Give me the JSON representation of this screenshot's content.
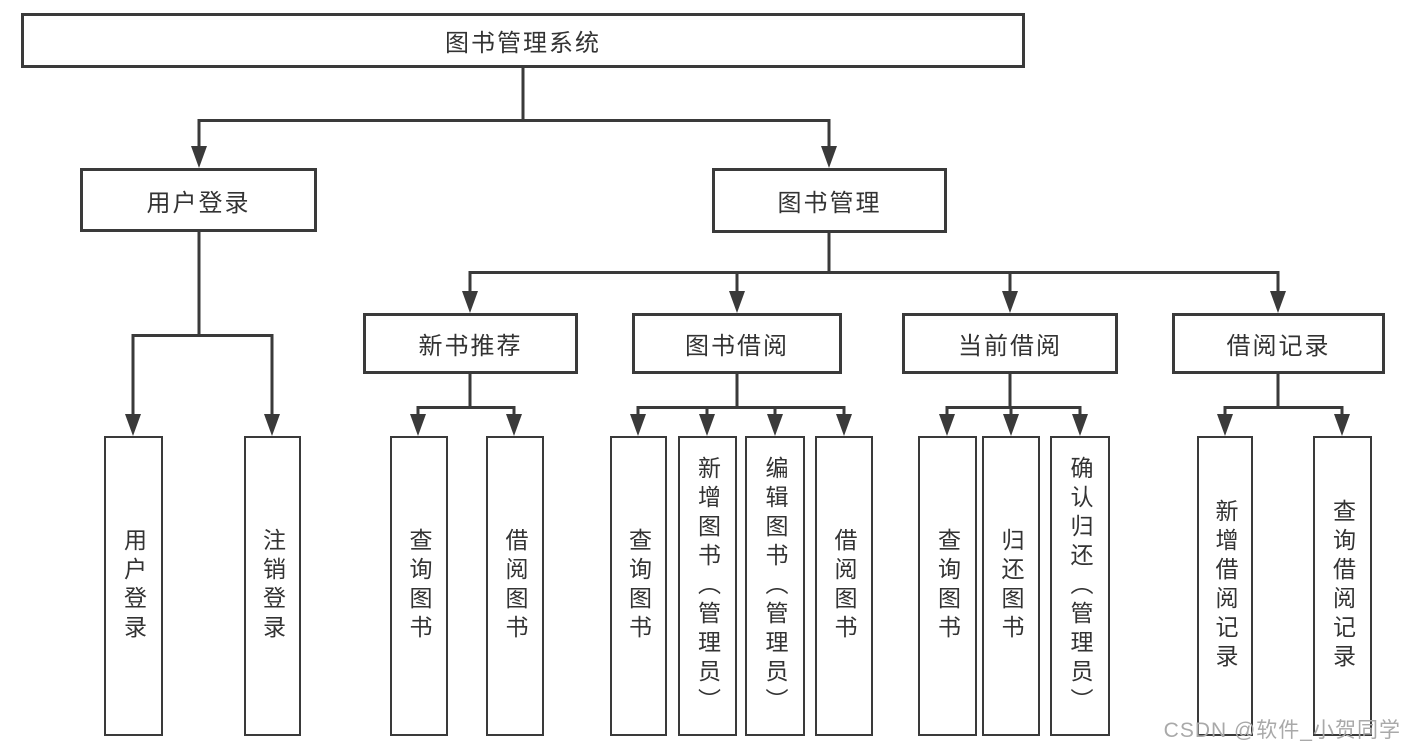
{
  "tree": {
    "label": "图书管理系统",
    "children": [
      {
        "label": "用户登录",
        "children": [
          {
            "label": "用户登录"
          },
          {
            "label": "注销登录"
          }
        ]
      },
      {
        "label": "图书管理",
        "children": [
          {
            "label": "新书推荐",
            "children": [
              {
                "label": "查询图书"
              },
              {
                "label": "借阅图书"
              }
            ]
          },
          {
            "label": "图书借阅",
            "children": [
              {
                "label": "查询图书"
              },
              {
                "label": "新增图书（管理员）"
              },
              {
                "label": "编辑图书（管理员）"
              },
              {
                "label": "借阅图书"
              }
            ]
          },
          {
            "label": "当前借阅",
            "children": [
              {
                "label": "查询图书"
              },
              {
                "label": "归还图书"
              },
              {
                "label": "确认归还（管理员）"
              }
            ]
          },
          {
            "label": "借阅记录",
            "children": [
              {
                "label": "新增借阅记录"
              },
              {
                "label": "查询借阅记录"
              }
            ]
          }
        ]
      }
    ]
  },
  "watermark": "CSDN @软件_小贺同学",
  "colors": {
    "line": "#3a3a3a",
    "text": "#333333",
    "watermark": "#a9a9a9",
    "background": "#ffffff"
  }
}
